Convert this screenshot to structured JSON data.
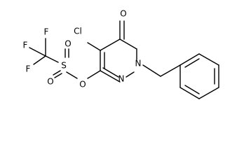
{
  "molecule": {
    "atom_labels": {
      "oxo_o": "O",
      "cl": "Cl",
      "n1": "N",
      "n2": "N",
      "ester_o": "O",
      "s": "S",
      "so_o1": "O",
      "so_o2": "O",
      "f1": "F",
      "f2": "F",
      "f3": "F"
    },
    "colors": {
      "ink": "#000000",
      "background": "#ffffff"
    }
  }
}
